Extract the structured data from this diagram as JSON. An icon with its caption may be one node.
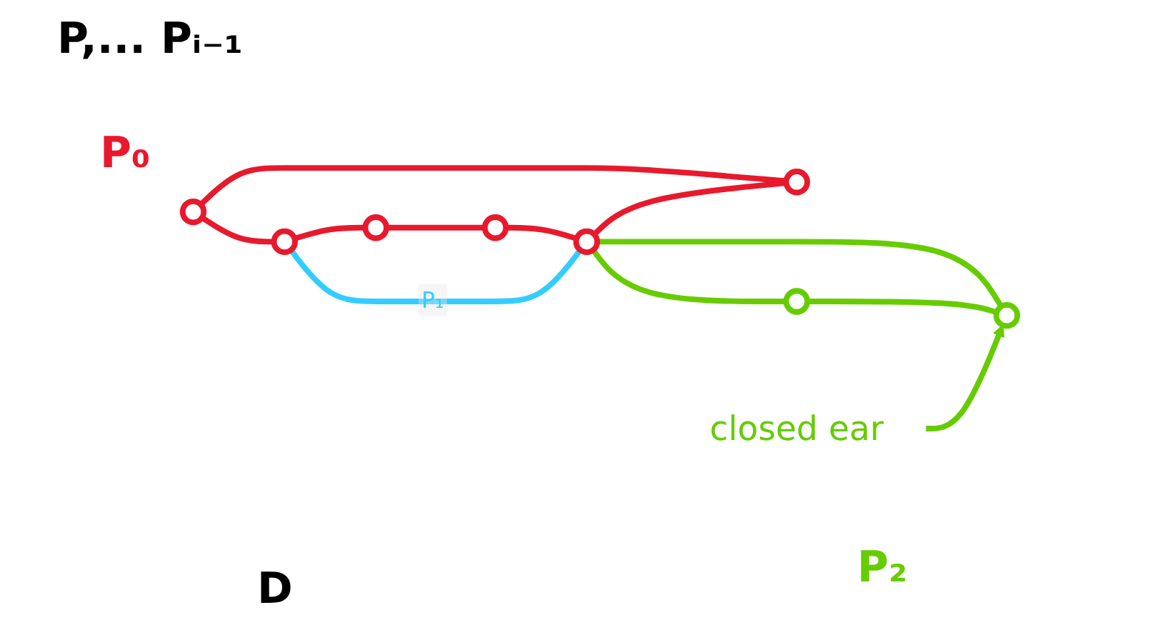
{
  "diagram": {
    "nodes": [
      {
        "text": [],
        "shape": "circle"
      },
      {
        "text": [],
        "shape": "circle"
      },
      {
        "text": [],
        "shape": "circle"
      },
      {
        "text": [],
        "shape": "circle"
      },
      {
        "text": [],
        "shape": "circle"
      },
      {
        "text": [],
        "shape": "circle"
      },
      {
        "text": [],
        "shape": "circle"
      },
      {
        "text": [],
        "shape": "circle"
      },
      {
        "text": [
          "closed ear"
        ]
      }
    ],
    "edges": [
      {
        "from": 0,
        "to": 1,
        "arrow": "none"
      },
      {
        "from": 0,
        "to": 2,
        "arrow": "none"
      },
      {
        "from": 2,
        "to": 5,
        "arrow": "none"
      },
      {
        "from": 5,
        "to": 7,
        "arrow": "none"
      },
      {
        "from": 7,
        "to": 3,
        "arrow": "none"
      },
      {
        "from": 3,
        "to": 1,
        "arrow": "none"
      },
      {
        "from": 2,
        "to": 3,
        "arrow": "none",
        "label": "P₁",
        "color": "#33ccff"
      },
      {
        "from": 3,
        "to": 4,
        "arrow": "none",
        "color": "#66cc00"
      },
      {
        "from": 3,
        "to": 6,
        "arrow": "none",
        "color": "#66cc00"
      },
      {
        "from": 6,
        "to": 4,
        "arrow": "none",
        "color": "#66cc00"
      },
      {
        "from": 8,
        "to": 4,
        "arrow": "to",
        "color": "#66cc00"
      }
    ],
    "labels": [
      "P,... Pᵢ₋₁",
      "P₀",
      "P₂",
      "D"
    ]
  }
}
